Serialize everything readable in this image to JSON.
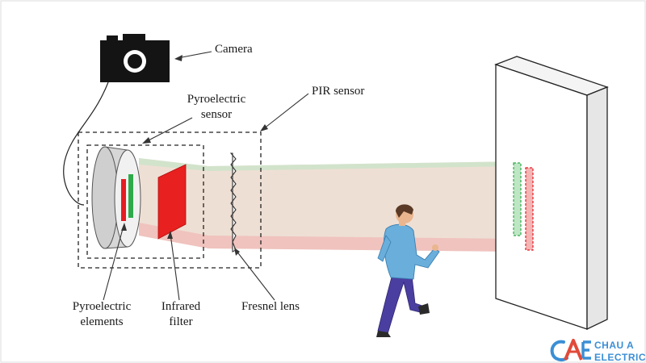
{
  "labels": {
    "camera": "Camera",
    "pyro_sensor_line1": "Pyroelectric",
    "pyro_sensor_line2": "sensor",
    "pir_sensor": "PIR sensor",
    "pyro_elements_line1": "Pyroelectric",
    "pyro_elements_line2": "elements",
    "infrared_line1": "Infrared",
    "infrared_line2": "filter",
    "fresnel": "Fresnel lens"
  },
  "watermark": {
    "line1": "CHAU A",
    "line2": "ELECTRIC"
  },
  "colors": {
    "element_red": "#e51c23",
    "element_green": "#2eaa4a",
    "filter_red": "#e8201f",
    "beam": "#d9b8a0",
    "camera_body": "#141414",
    "person_shirt": "#6aaedc",
    "person_pants": "#4a3fa0",
    "watermark_blue": "#3b8fd6",
    "watermark_red": "#e14a3a"
  },
  "icons": {
    "camera": "camera-icon",
    "person": "walking-person-icon",
    "logo": "chau-a-logo-icon"
  }
}
